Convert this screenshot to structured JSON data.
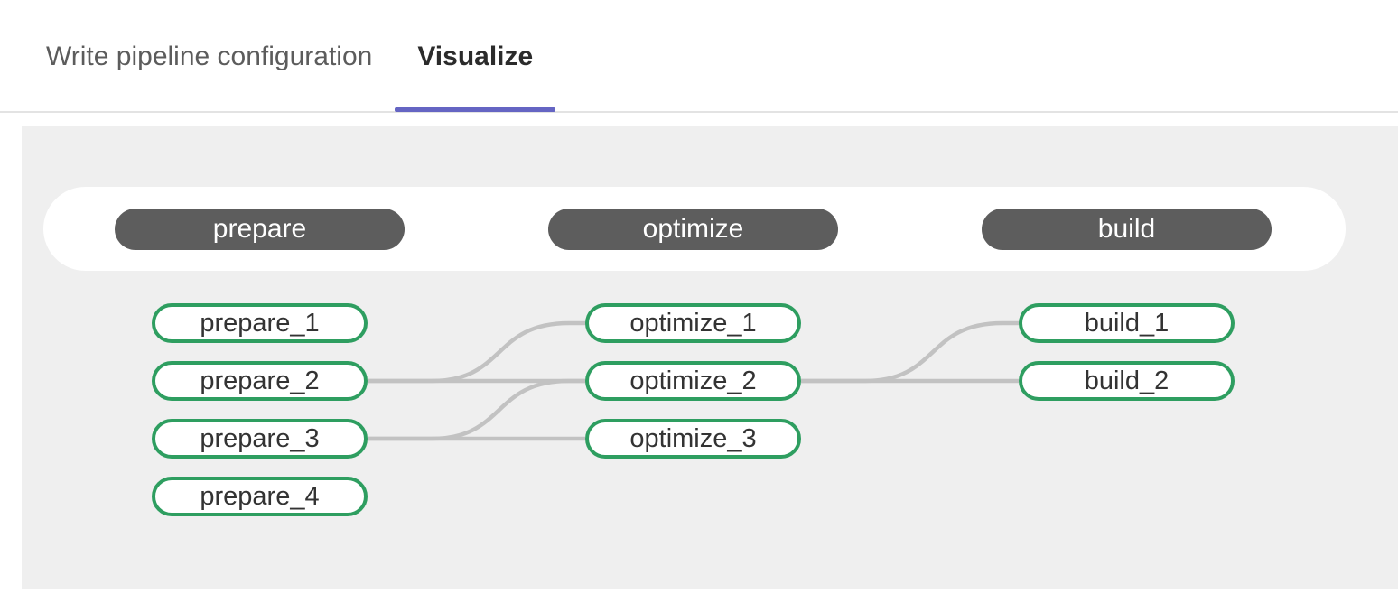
{
  "tabs": {
    "write": {
      "label": "Write pipeline configuration",
      "active": false
    },
    "visualize": {
      "label": "Visualize",
      "active": true
    }
  },
  "pipeline": {
    "stages": [
      {
        "name": "prepare",
        "jobs": [
          "prepare_1",
          "prepare_2",
          "prepare_3",
          "prepare_4"
        ]
      },
      {
        "name": "optimize",
        "jobs": [
          "optimize_1",
          "optimize_2",
          "optimize_3"
        ]
      },
      {
        "name": "build",
        "jobs": [
          "build_1",
          "build_2"
        ]
      }
    ],
    "connections": [
      {
        "from": "prepare_2",
        "to": "optimize_1"
      },
      {
        "from": "prepare_2",
        "to": "optimize_2"
      },
      {
        "from": "prepare_3",
        "to": "optimize_2"
      },
      {
        "from": "prepare_3",
        "to": "optimize_3"
      },
      {
        "from": "optimize_2",
        "to": "build_1"
      },
      {
        "from": "optimize_2",
        "to": "build_2"
      }
    ]
  },
  "colors": {
    "tab_active_indicator": "#6565c3",
    "tab_inactive_text": "#5c5c5c",
    "tab_active_text": "#2b2b2b",
    "stage_pill_bg": "#5d5d5d",
    "stage_pill_text": "#ffffff",
    "job_border": "#2e9e60",
    "job_text": "#333333",
    "connector": "#c2c2c2",
    "canvas_bg": "#efefef",
    "stages_bar_bg": "#ffffff"
  }
}
